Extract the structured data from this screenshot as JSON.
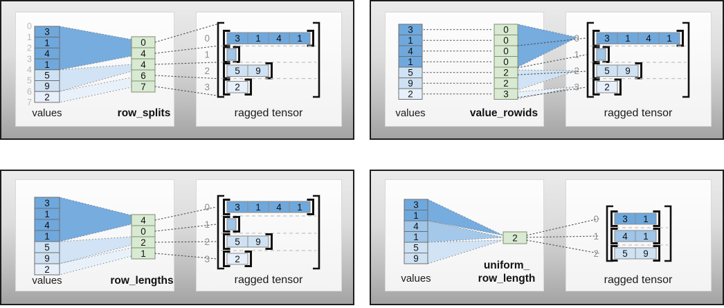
{
  "palette": {
    "dark": "#6fa8dc",
    "medium": "#9fc5e8",
    "light": "#cfe2f3",
    "lighter": "#e7f0fa",
    "green": "#d9ead3",
    "row_index_gray": "#8f8f8f",
    "faint_index_gray": "#b8b8b8",
    "bracket_black": "#111111"
  },
  "panels": [
    {
      "id": "row_splits",
      "labels": {
        "values": "values",
        "aux": "row_splits",
        "tensor": "ragged tensor"
      },
      "values": {
        "cells": [
          "3",
          "1",
          "4",
          "1",
          "5",
          "9",
          "2"
        ],
        "colors": [
          "dark",
          "dark",
          "dark",
          "dark",
          "light",
          "light",
          "lighter"
        ],
        "index_labels": [
          "0",
          "1",
          "2",
          "3",
          "4",
          "5",
          "6",
          "7"
        ]
      },
      "aux": {
        "cells": [
          "0",
          "4",
          "4",
          "6",
          "7"
        ]
      },
      "tensor": {
        "row_indices": [
          "0",
          "1",
          "2",
          "3"
        ],
        "rows": [
          {
            "cells": [
              "3",
              "1",
              "4",
              "1"
            ],
            "color": "dark"
          },
          {
            "cells": [],
            "color": "medium"
          },
          {
            "cells": [
              "5",
              "9"
            ],
            "color": "light"
          },
          {
            "cells": [
              "2"
            ],
            "color": "lighter"
          }
        ]
      }
    },
    {
      "id": "value_rowids",
      "labels": {
        "values": "values",
        "aux": "value_rowids",
        "tensor": "ragged tensor"
      },
      "values": {
        "cells": [
          "3",
          "1",
          "4",
          "1",
          "5",
          "9",
          "2"
        ],
        "colors": [
          "dark",
          "dark",
          "dark",
          "dark",
          "light",
          "light",
          "lighter"
        ]
      },
      "aux": {
        "cells": [
          "0",
          "0",
          "0",
          "0",
          "2",
          "2",
          "3"
        ]
      },
      "tensor": {
        "row_indices": [
          "0",
          "1",
          "2",
          "3"
        ],
        "rows": [
          {
            "cells": [
              "3",
              "1",
              "4",
              "1"
            ],
            "color": "dark"
          },
          {
            "cells": [],
            "color": "medium"
          },
          {
            "cells": [
              "5",
              "9"
            ],
            "color": "light"
          },
          {
            "cells": [
              "2"
            ],
            "color": "lighter"
          }
        ]
      }
    },
    {
      "id": "row_lengths",
      "labels": {
        "values": "values",
        "aux": "row_lengths",
        "tensor": "ragged tensor"
      },
      "values": {
        "cells": [
          "3",
          "1",
          "4",
          "1",
          "5",
          "9",
          "2"
        ],
        "colors": [
          "dark",
          "dark",
          "dark",
          "dark",
          "light",
          "light",
          "lighter"
        ]
      },
      "aux": {
        "cells": [
          "4",
          "0",
          "2",
          "1"
        ]
      },
      "tensor": {
        "row_indices": [
          "0",
          "1",
          "2",
          "3"
        ],
        "rows": [
          {
            "cells": [
              "3",
              "1",
              "4",
              "1"
            ],
            "color": "dark"
          },
          {
            "cells": [],
            "color": "medium"
          },
          {
            "cells": [
              "5",
              "9"
            ],
            "color": "light"
          },
          {
            "cells": [
              "2"
            ],
            "color": "lighter"
          }
        ]
      }
    },
    {
      "id": "uniform_row_length",
      "labels": {
        "values": "values",
        "aux": "uniform_",
        "aux2": "row_length",
        "tensor": "ragged tensor"
      },
      "values": {
        "cells": [
          "3",
          "1",
          "4",
          "1",
          "5",
          "9"
        ],
        "colors": [
          "dark",
          "dark",
          "medium",
          "medium",
          "light",
          "light"
        ]
      },
      "aux": {
        "cells": [
          "2"
        ]
      },
      "tensor": {
        "row_indices": [
          "0",
          "1",
          "2"
        ],
        "rows": [
          {
            "cells": [
              "3",
              "1"
            ],
            "color": "dark"
          },
          {
            "cells": [
              "4",
              "1"
            ],
            "color": "medium"
          },
          {
            "cells": [
              "5",
              "9"
            ],
            "color": "light"
          }
        ]
      }
    }
  ]
}
